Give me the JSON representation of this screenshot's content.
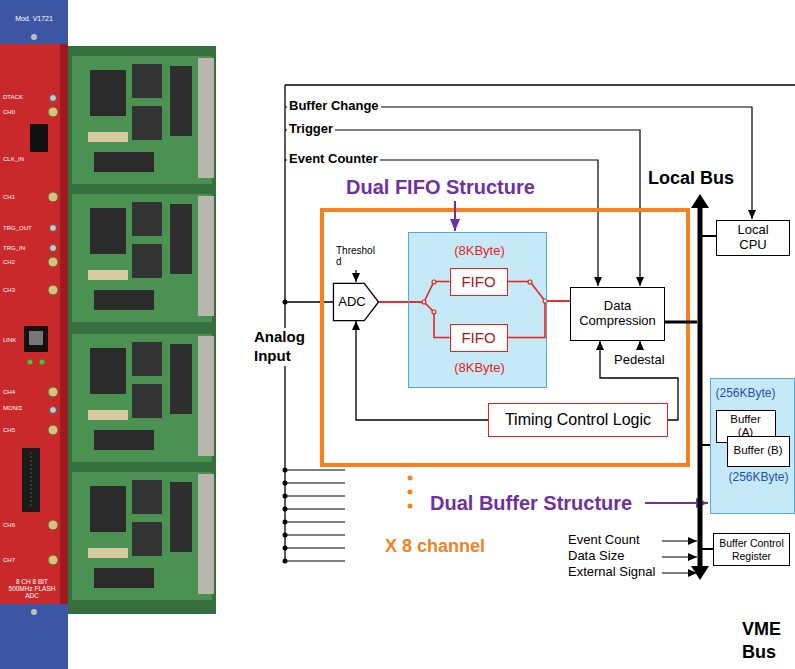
{
  "diagram": {
    "nodes": [
      {
        "text": [
          "ADC"
        ]
      },
      {
        "text": [
          "Dual FIFO Structure"
        ]
      },
      {
        "text": [
          "(8KByte)",
          "FIFO"
        ],
        "in": 1
      },
      {
        "text": [
          "FIFO",
          "(8KByte)"
        ],
        "in": 1
      },
      {
        "text": [
          "Data Compression"
        ]
      },
      {
        "text": [
          "Timing Control Logic"
        ]
      },
      {
        "text": [
          "Local CPU"
        ]
      },
      {
        "text": [
          "Dual Buffer Structure"
        ]
      },
      {
        "text": [
          "(256KByte)",
          "Buffer (A)"
        ],
        "in": 7
      },
      {
        "text": [
          "Buffer (B)",
          "(256KByte)"
        ],
        "in": 7
      },
      {
        "text": [
          "Buffer Control Register"
        ]
      }
    ],
    "edges": [
      {
        "from": 0,
        "to": 2,
        "arrow": "none"
      },
      {
        "from": 0,
        "to": 3,
        "arrow": "none"
      },
      {
        "from": 2,
        "to": 4,
        "arrow": "none"
      },
      {
        "from": 3,
        "to": 4,
        "arrow": "none"
      },
      {
        "from": 5,
        "to": 0,
        "arrow": "to"
      },
      {
        "from": 5,
        "to": 4,
        "arrow": "to"
      }
    ],
    "labels": [
      "Mod. V1721",
      "DTACK",
      "CH0",
      "CLK_IN",
      "CH1",
      "TRG_OUT",
      "TRG_IN",
      "CH2",
      "CH3",
      "LINK",
      "CH4",
      "MON/Σ",
      "CH5",
      "CH6",
      "CH7",
      "8 CH 8 BIT 500MHz FLASH ADC",
      "Buffer Change",
      "Trigger",
      "Event Counter",
      "Local Bus",
      "Threshold",
      "Analog Input",
      "Pedestal",
      "X 8 channel",
      "Event Count",
      "Data Size",
      "External Signal",
      "VME Bus"
    ]
  }
}
